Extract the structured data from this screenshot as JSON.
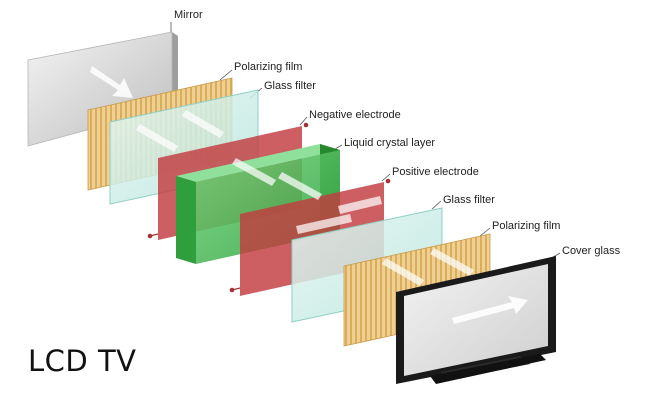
{
  "title": "LCD TV",
  "labels": {
    "mirror": "Mirror",
    "polarizing_film_back": "Polarizing film",
    "glass_filter_back": "Glass filter",
    "negative_electrode": "Negative electrode",
    "liquid_crystal_layer": "Liquid crystal layer",
    "positive_electrode": "Positive electrode",
    "glass_filter_front": "Glass filter",
    "polarizing_film_front": "Polarizing film",
    "cover_glass": "Cover glass"
  },
  "colors": {
    "mirror": "#dcdcdc",
    "polarizing_film": "#e8c47a",
    "glass_filter": "#c9ece6",
    "electrode": "#c0393b",
    "liquid_crystal": "#3fbf4f",
    "cover_glass_frame": "#1a1a1a",
    "light_arrow": "#ffffff"
  }
}
